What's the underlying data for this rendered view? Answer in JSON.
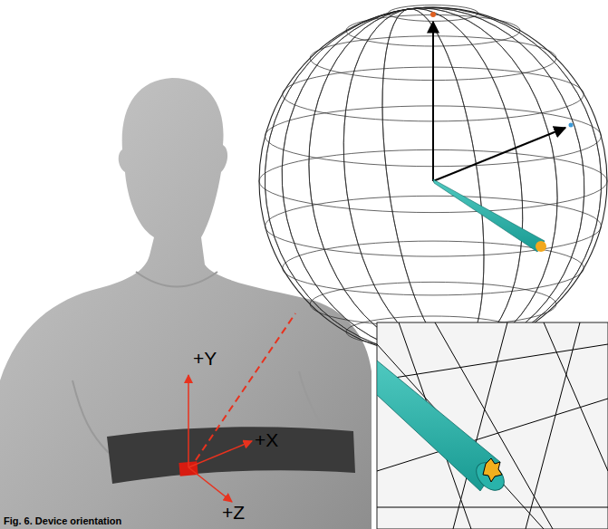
{
  "diagram": {
    "caption": "Fig. 6. Device orientation",
    "labels": [
      "+Y",
      "+X",
      "+Z"
    ]
  }
}
